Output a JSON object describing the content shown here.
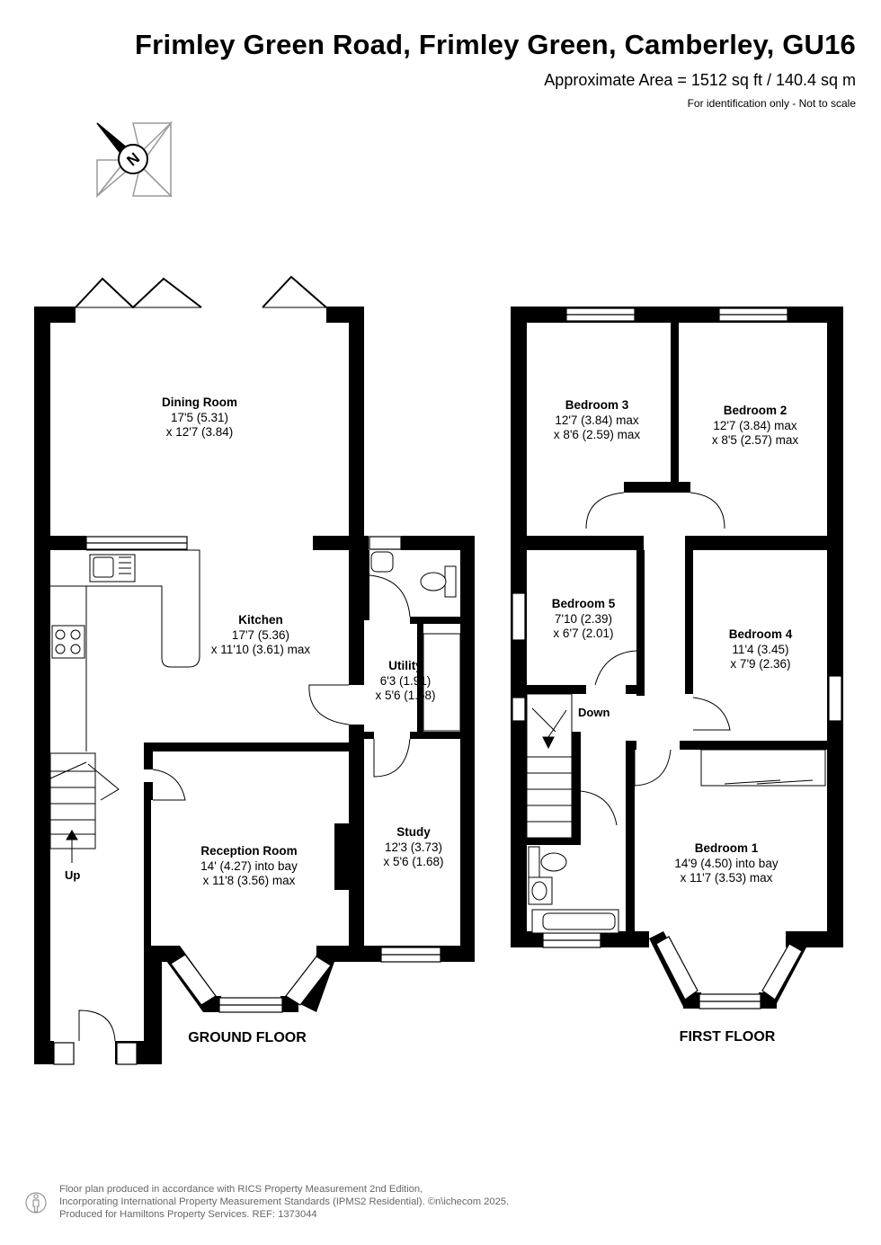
{
  "header": {
    "title": "Frimley Green Road, Frimley Green, Camberley, GU16",
    "area": "Approximate Area = 1512 sq ft / 140.4 sq m",
    "note": "For identification only - Not to scale"
  },
  "compass": {
    "label": "N"
  },
  "ground_floor": {
    "label": "GROUND FLOOR",
    "stairs_label": "Up",
    "rooms": [
      {
        "name": "Dining Room",
        "dim1": "17'5 (5.31)",
        "dim2": "x 12'7 (3.84)"
      },
      {
        "name": "Kitchen",
        "dim1": "17'7 (5.36)",
        "dim2": "x 11'10 (3.61) max"
      },
      {
        "name": "Utility",
        "dim1": "6'3 (1.91)",
        "dim2": "x 5'6 (1.68)"
      },
      {
        "name": "Reception Room",
        "dim1": "14' (4.27) into bay",
        "dim2": "x 11'8 (3.56) max"
      },
      {
        "name": "Study",
        "dim1": "12'3 (3.73)",
        "dim2": "x 5'6 (1.68)"
      }
    ]
  },
  "first_floor": {
    "label": "FIRST FLOOR",
    "stairs_label": "Down",
    "rooms": [
      {
        "name": "Bedroom 3",
        "dim1": "12'7 (3.84) max",
        "dim2": "x 8'6 (2.59) max"
      },
      {
        "name": "Bedroom 2",
        "dim1": "12'7 (3.84) max",
        "dim2": "x 8'5 (2.57) max"
      },
      {
        "name": "Bedroom 5",
        "dim1": "7'10 (2.39)",
        "dim2": "x 6'7 (2.01)"
      },
      {
        "name": "Bedroom 4",
        "dim1": "11'4 (3.45)",
        "dim2": "x 7'9 (2.36)"
      },
      {
        "name": "Bedroom 1",
        "dim1": "14'9 (4.50) into bay",
        "dim2": "x 11'7 (3.53) max"
      }
    ]
  },
  "footer": {
    "line1": "Floor plan produced in accordance with RICS Property Measurement 2nd Edition,",
    "line2": "Incorporating International Property Measurement Standards (IPMS2 Residential).  ©n\\ichecom 2025.",
    "line3": "Produced for Hamiltons Property Services.    REF:  1373044"
  }
}
